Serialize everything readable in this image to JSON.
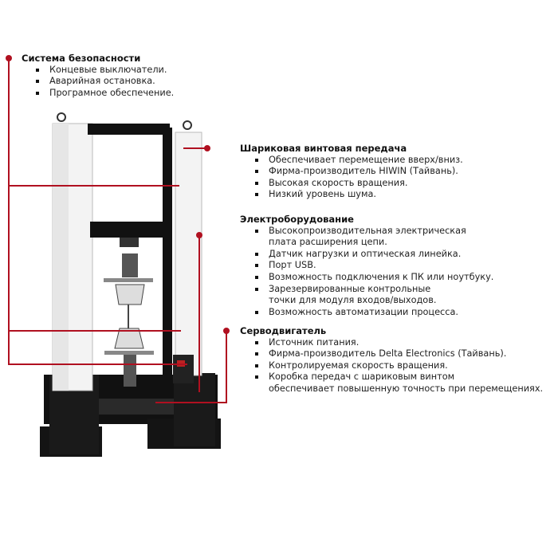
{
  "colors": {
    "callout": "#b01020",
    "frame": "#111111",
    "column": "#f2f2f2"
  },
  "sections": [
    {
      "title": "Система безопасности",
      "items": [
        "Концевые выключатели.",
        "Аварийная остановка.",
        "Програмное обеспечение."
      ]
    },
    {
      "title": "Шариковая винтовая передача",
      "items": [
        "Обеспечивает перемещение вверх/вниз.",
        "Фирма-производитель  HIWIN (Тайвань).",
        "Высокая скорость вращения.",
        "Низкий уровень шума."
      ]
    },
    {
      "title": "Электроборудование",
      "items": [
        "Высокопроизводительная электрическая\nплата расширения цепи.",
        "Датчик нагрузки и оптическая линейка.",
        "Порт USB.",
        "Возможность подключения к ПК или ноутбуку.",
        "Зарезервированные контрольные\nточки для модуля входов/выходов.",
        "Возможность автоматизации процесса."
      ]
    },
    {
      "title": "Серводвигатель",
      "items": [
        "Источник питания.",
        "Фирма-производитель  Delta Electronics (Тайвань).",
        "Контролируемая скорость вращения.",
        "Коробка передач с шариковым винтом\nобеспечивает повышенную точность при перемещениях."
      ]
    }
  ]
}
